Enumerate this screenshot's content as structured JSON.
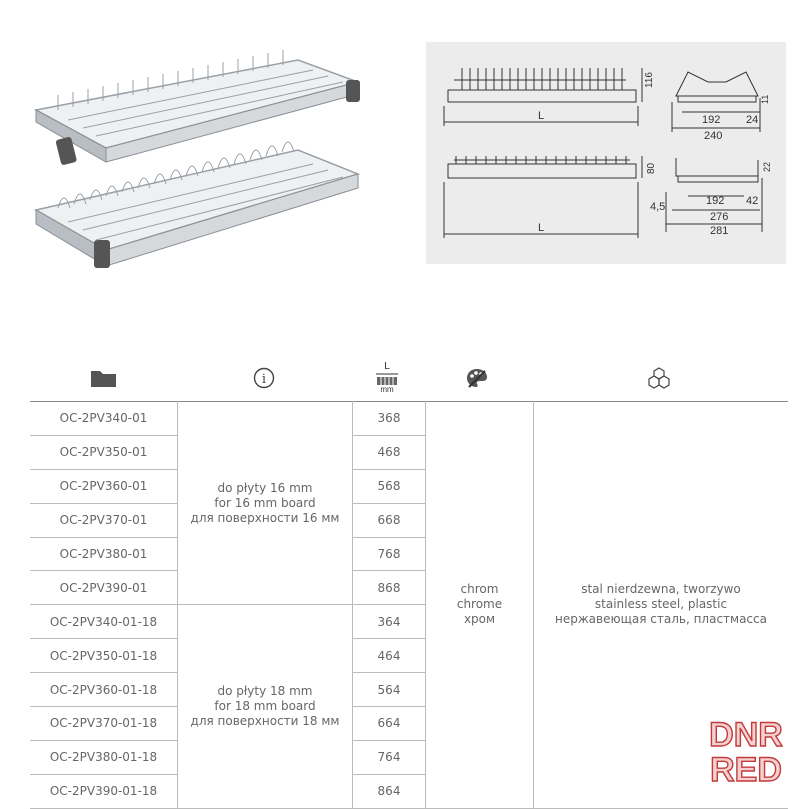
{
  "drawing": {
    "top_view_height": "116",
    "top_view_length": "L",
    "top_section_dims": [
      "11",
      "192",
      "24",
      "240"
    ],
    "bottom_view_height": "80",
    "bottom_view_length": "L",
    "bottom_section_dims": [
      "22",
      "192",
      "42",
      "4,5",
      "276",
      "281"
    ]
  },
  "header_icons": {
    "catalog": "folder-icon",
    "info": "info-icon",
    "info_glyph": "i",
    "length": "length-icon",
    "length_top": "L",
    "length_unit": "mm",
    "finish": "palette-icon",
    "material": "cubes-icon"
  },
  "rows": [
    {
      "code": "OC-2PV340-01",
      "length": "368"
    },
    {
      "code": "OC-2PV350-01",
      "length": "468"
    },
    {
      "code": "OC-2PV360-01",
      "length": "568"
    },
    {
      "code": "OC-2PV370-01",
      "length": "668"
    },
    {
      "code": "OC-2PV380-01",
      "length": "768"
    },
    {
      "code": "OC-2PV390-01",
      "length": "868"
    },
    {
      "code": "OC-2PV340-01-18",
      "length": "364"
    },
    {
      "code": "OC-2PV350-01-18",
      "length": "464"
    },
    {
      "code": "OC-2PV360-01-18",
      "length": "564"
    },
    {
      "code": "OC-2PV370-01-18",
      "length": "664"
    },
    {
      "code": "OC-2PV380-01-18",
      "length": "764"
    },
    {
      "code": "OC-2PV390-01-18",
      "length": "864"
    }
  ],
  "board_16": [
    "do płyty 16 mm",
    "for 16 mm board",
    "для поверхности 16 мм"
  ],
  "board_18": [
    "do płyty 18 mm",
    "for 18 mm board",
    "для поверхности 18 мм"
  ],
  "finish": [
    "chrom",
    "chrome",
    "хром"
  ],
  "material": [
    "stal nierdzewna, tworzywo",
    "stainless steel, plastic",
    "нержавеющая сталь, пластмасса"
  ],
  "watermark": {
    "line1": "DNR",
    "line2": "RED"
  }
}
